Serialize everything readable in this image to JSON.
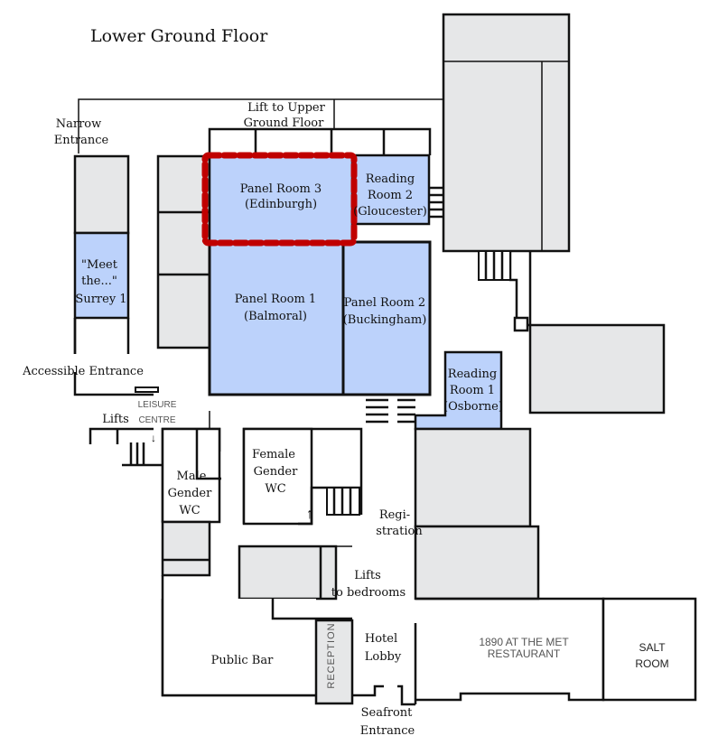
{
  "title": "Lower Ground Floor",
  "colors": {
    "bookable_room": "#bcd2fb",
    "service_area": "#e6e7e8",
    "highlight": "#c00000",
    "wall": "#111111"
  },
  "highlighted_room": "Panel Room 3 (Edinburgh)",
  "labels": {
    "narrow_entrance": [
      "Narrow",
      "Entrance"
    ],
    "lift_upper": [
      "Lift to Upper",
      "Ground Floor"
    ],
    "accessible_entrance": "Accessible Entrance",
    "lifts": "Lifts",
    "leisure_centre": [
      "LEISURE",
      "CENTRE"
    ],
    "registration": [
      "Regi-",
      "stration"
    ],
    "lifts_bedrooms": [
      "Lifts",
      "to bedrooms"
    ],
    "seafront_entrance": [
      "Seafront",
      "Entrance"
    ]
  },
  "rooms": {
    "panel3": [
      "Panel Room 3",
      "(Edinburgh)"
    ],
    "reading2": [
      "Reading",
      "Room 2",
      "(Gloucester)"
    ],
    "meet_the": [
      "\"Meet",
      "the...\"",
      "Surrey 1"
    ],
    "panel1": [
      "Panel Room 1",
      "(Balmoral)"
    ],
    "panel2": [
      "Panel Room 2",
      "(Buckingham)"
    ],
    "reading1": [
      "Reading",
      "Room 1",
      "(Osborne)"
    ],
    "male_wc": [
      "Male",
      "Gender",
      "WC"
    ],
    "female_wc": [
      "Female",
      "Gender",
      "WC"
    ],
    "public_bar": "Public Bar",
    "reception": "RECEPTION",
    "hotel_lobby": [
      "Hotel",
      "Lobby"
    ],
    "restaurant": [
      "1890 AT THE MET",
      "RESTAURANT"
    ],
    "salt_room": [
      "SALT",
      "ROOM"
    ]
  }
}
